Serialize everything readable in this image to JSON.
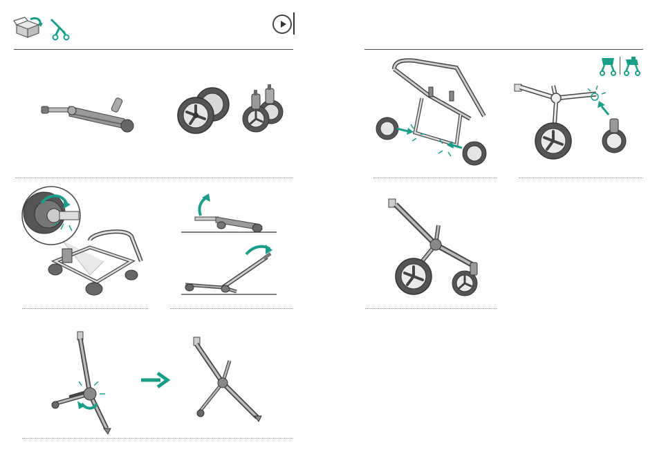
{
  "colors": {
    "accent": "#1a9e8a",
    "line": "#4a4a4a",
    "tire": "#555555",
    "frame": "#9a9a9a"
  },
  "header": {
    "left_icons": [
      "unbox-icon",
      "stroller-frame-icon"
    ],
    "video_button": "play-icon",
    "right_icons": [
      "stroller-forward-icon",
      "stroller-rearward-icon"
    ]
  },
  "steps": [
    {
      "id": "unpack-frame-and-wheels"
    },
    {
      "id": "attach-front-wheels"
    },
    {
      "id": "attach-rear-wheels"
    },
    {
      "id": "rotate-frame-lock"
    },
    {
      "id": "raise-handlebar"
    },
    {
      "id": "assembled-chassis"
    },
    {
      "id": "unfold-frame"
    }
  ]
}
